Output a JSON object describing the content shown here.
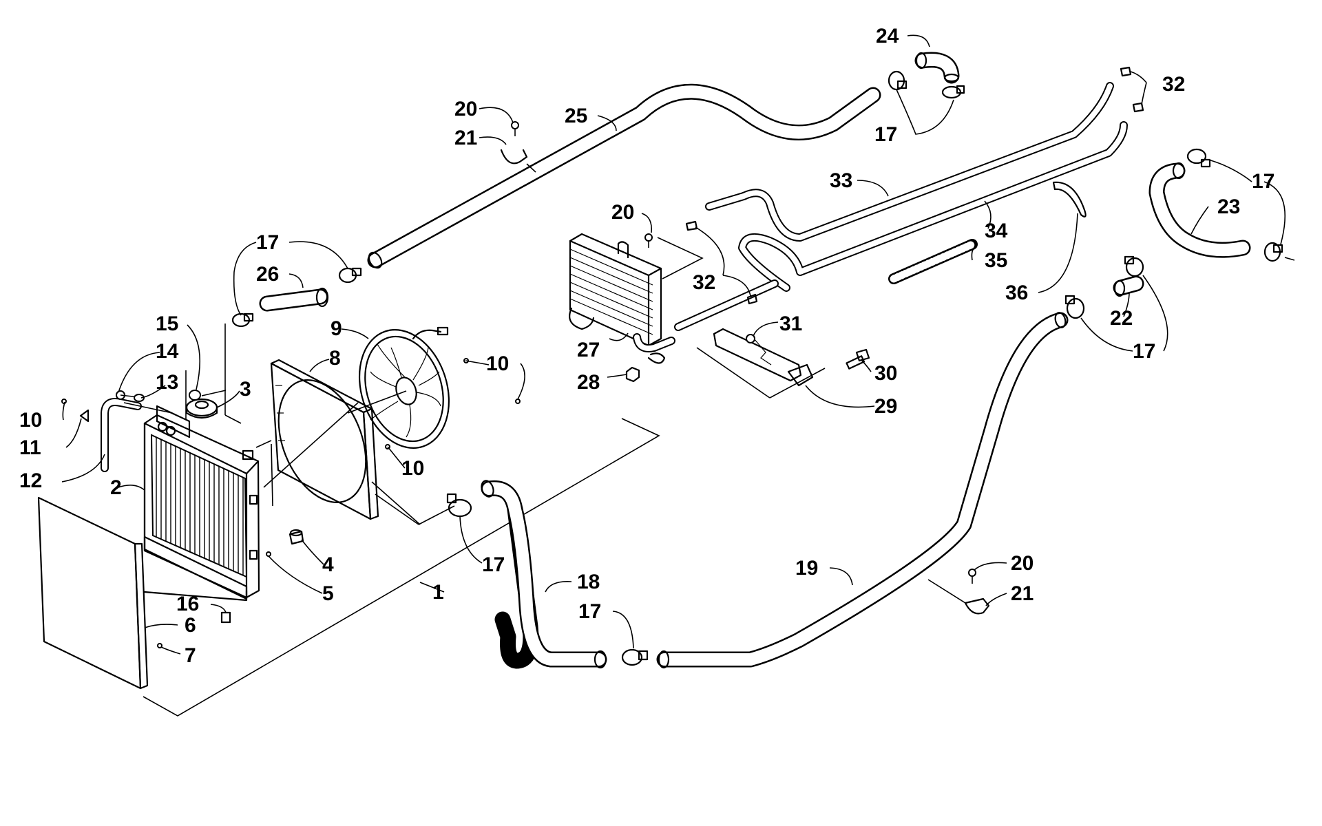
{
  "callouts": [
    {
      "id": "1",
      "text": "1"
    },
    {
      "id": "2",
      "text": "2"
    },
    {
      "id": "3",
      "text": "3"
    },
    {
      "id": "4",
      "text": "4"
    },
    {
      "id": "5",
      "text": "5"
    },
    {
      "id": "6",
      "text": "6"
    },
    {
      "id": "7",
      "text": "7"
    },
    {
      "id": "8",
      "text": "8"
    },
    {
      "id": "9",
      "text": "9"
    },
    {
      "id": "10a",
      "text": "10"
    },
    {
      "id": "10b",
      "text": "10"
    },
    {
      "id": "10c",
      "text": "10"
    },
    {
      "id": "11",
      "text": "11"
    },
    {
      "id": "12",
      "text": "12"
    },
    {
      "id": "13",
      "text": "13"
    },
    {
      "id": "14",
      "text": "14"
    },
    {
      "id": "15",
      "text": "15"
    },
    {
      "id": "16",
      "text": "16"
    },
    {
      "id": "17a",
      "text": "17"
    },
    {
      "id": "17b",
      "text": "17"
    },
    {
      "id": "17c",
      "text": "17"
    },
    {
      "id": "17d",
      "text": "17"
    },
    {
      "id": "17e",
      "text": "17"
    },
    {
      "id": "17f",
      "text": "17"
    },
    {
      "id": "18",
      "text": "18"
    },
    {
      "id": "19",
      "text": "19"
    },
    {
      "id": "20a",
      "text": "20"
    },
    {
      "id": "20b",
      "text": "20"
    },
    {
      "id": "20c",
      "text": "20"
    },
    {
      "id": "21a",
      "text": "21"
    },
    {
      "id": "21b",
      "text": "21"
    },
    {
      "id": "22",
      "text": "22"
    },
    {
      "id": "23",
      "text": "23"
    },
    {
      "id": "24",
      "text": "24"
    },
    {
      "id": "25",
      "text": "25"
    },
    {
      "id": "26",
      "text": "26"
    },
    {
      "id": "27",
      "text": "27"
    },
    {
      "id": "28",
      "text": "28"
    },
    {
      "id": "29",
      "text": "29"
    },
    {
      "id": "30",
      "text": "30"
    },
    {
      "id": "31",
      "text": "31"
    },
    {
      "id": "32a",
      "text": "32"
    },
    {
      "id": "32b",
      "text": "32"
    },
    {
      "id": "33",
      "text": "33"
    },
    {
      "id": "34",
      "text": "34"
    },
    {
      "id": "35",
      "text": "35"
    },
    {
      "id": "36",
      "text": "36"
    }
  ]
}
